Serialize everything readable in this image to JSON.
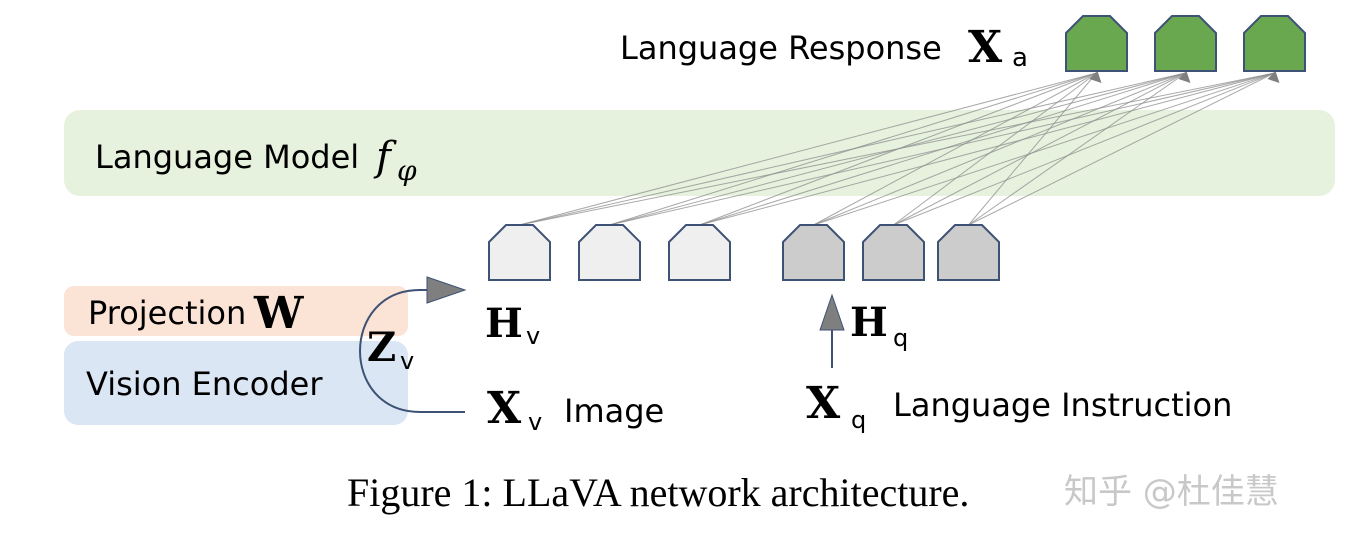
{
  "diagram": {
    "language_response": {
      "label": "Language Response",
      "symbol": "X",
      "subscript": "a"
    },
    "language_model": {
      "label": "Language Model",
      "symbol": "f",
      "subscript": "φ"
    },
    "projection": {
      "label": "Projection",
      "symbol": "W"
    },
    "vision_encoder": {
      "label": "Vision Encoder"
    },
    "z_v": {
      "symbol": "Z",
      "subscript": "v"
    },
    "h_v": {
      "symbol": "H",
      "subscript": "v"
    },
    "h_q": {
      "symbol": "H",
      "subscript": "q"
    },
    "x_v": {
      "symbol": "X",
      "subscript": "v",
      "label": "Image"
    },
    "x_q": {
      "symbol": "X",
      "subscript": "q",
      "label": "Language Instruction"
    },
    "output_tokens": 3,
    "visual_tokens": 3,
    "instruction_tokens": 3,
    "colors": {
      "output_token_fill": "#6aa84f",
      "visual_token_fill": "#efefef",
      "instruction_token_fill": "#cccccc",
      "token_stroke": "#3d5275",
      "language_model_band": "#e6f1de",
      "projection_box": "#fbe3d6",
      "vision_encoder_box": "#dbe6f5",
      "arrow_fill": "#7f7f7f",
      "connection_line": "#8c8c8c",
      "curve_stroke": "#3d5275"
    }
  },
  "caption": {
    "text": "Figure 1: LLaVA network architecture.",
    "watermark": "知乎 @杜佳慧"
  }
}
